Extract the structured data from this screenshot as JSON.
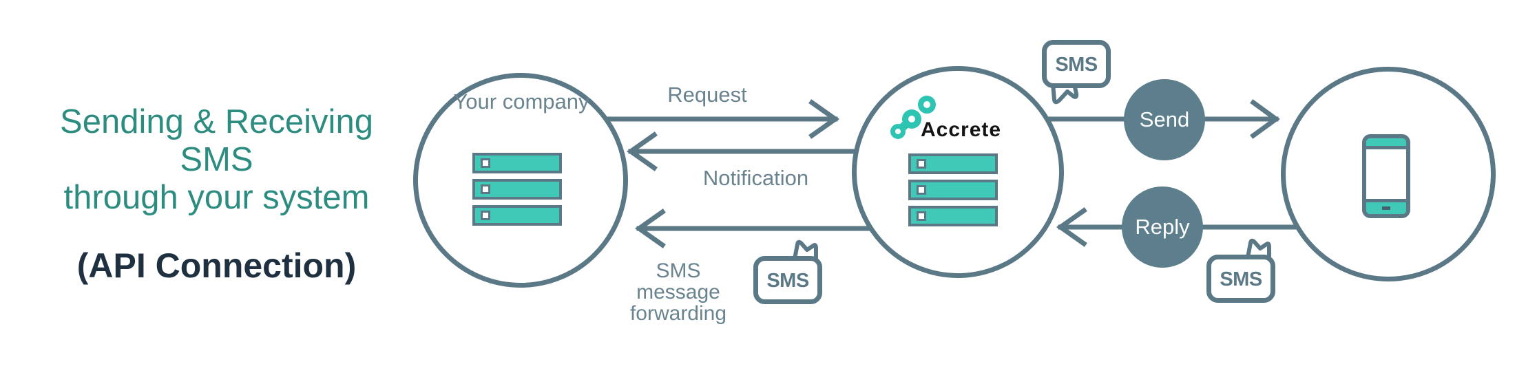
{
  "colors": {
    "slate_stroke": "#5a7886",
    "label_text": "#69838f",
    "teal_fill": "#3fc9b6",
    "logo_teal": "#2dc4b2",
    "title_teal": "#2c8c80",
    "subtitle_navy": "#1f3140",
    "badge_fill": "#5d7e8d"
  },
  "title": {
    "lines": [
      "Sending & Receiving",
      "SMS",
      "through your system"
    ],
    "subtitle": "(API Connection)"
  },
  "nodes": {
    "company": {
      "label": "Your company",
      "icon": "server-stack-icon"
    },
    "accrete": {
      "brand": "Accrete",
      "icon": "server-stack-icon",
      "logo_icon": "accrete-logo-icon"
    },
    "phone": {
      "icon": "smartphone-icon"
    }
  },
  "flows": {
    "request": {
      "label": "Request",
      "direction": "company-to-accrete"
    },
    "notification": {
      "label": "Notification",
      "direction": "accrete-to-company"
    },
    "forwarding": {
      "lines": [
        "SMS",
        "message",
        "forwarding"
      ],
      "direction": "accrete-to-company"
    },
    "send": {
      "label": "Send",
      "direction": "accrete-to-phone"
    },
    "reply": {
      "label": "Reply",
      "direction": "phone-to-accrete"
    }
  },
  "bubbles": {
    "icon": "sms-speech-bubble-icon",
    "top": "SMS",
    "forwarding": "SMS",
    "reply": "SMS"
  }
}
